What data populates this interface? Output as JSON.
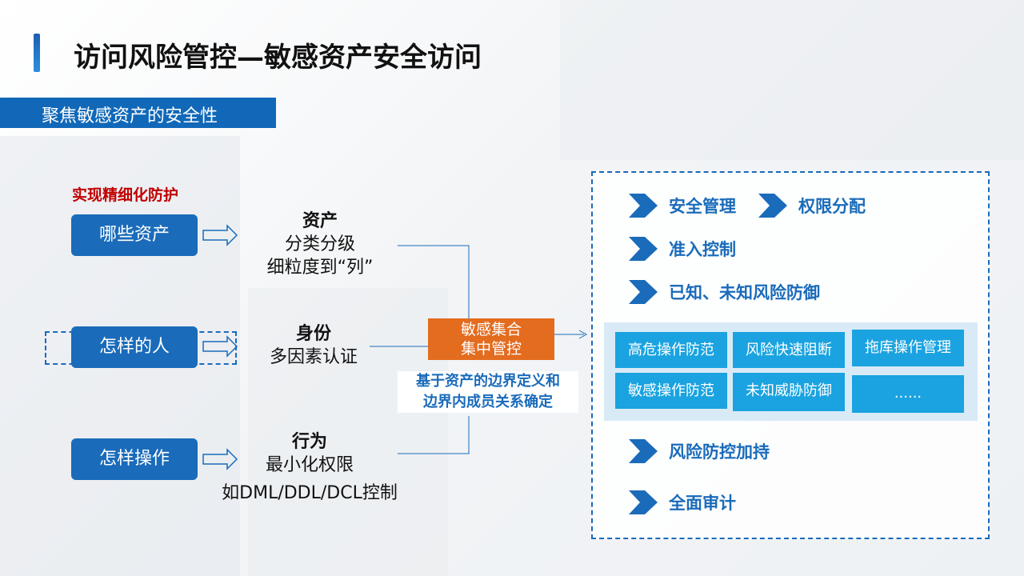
{
  "title": "访问风险管控—敏感资产安全访问",
  "subtitle": "聚焦敏感资产的安全性",
  "left_label": "实现精细化防护",
  "left_items": [
    {
      "button": "哪些资产",
      "head": "资产",
      "lines": [
        "分类分级",
        "细粒度到“列”"
      ]
    },
    {
      "button": "怎样的人",
      "head": "身份",
      "lines": [
        "多因素认证"
      ]
    },
    {
      "button": "怎样操作",
      "head": "行为",
      "lines": [
        "最小化权限",
        "如DML/DDL/DCL控制"
      ]
    }
  ],
  "center": {
    "box_lines": [
      "敏感集合",
      "集中管控"
    ],
    "note_lines": [
      "基于资产的边界定义和",
      "边界内成员关系确定"
    ]
  },
  "right_panel": {
    "row1": [
      "安全管理",
      "权限分配"
    ],
    "row2": "准入控制",
    "row3": "已知、未知风险防御",
    "cells": [
      "高危操作防范",
      "风险快速阻断",
      "拖库操作管理",
      "敏感操作防范",
      "未知威胁防御",
      "......"
    ],
    "row4": "风险防控加持",
    "row5": "全面审计"
  },
  "colors": {
    "brand_blue": "#1a6bba",
    "orange": "#e36c1f",
    "red": "#c00000",
    "cyan": "#1aa3e0"
  }
}
